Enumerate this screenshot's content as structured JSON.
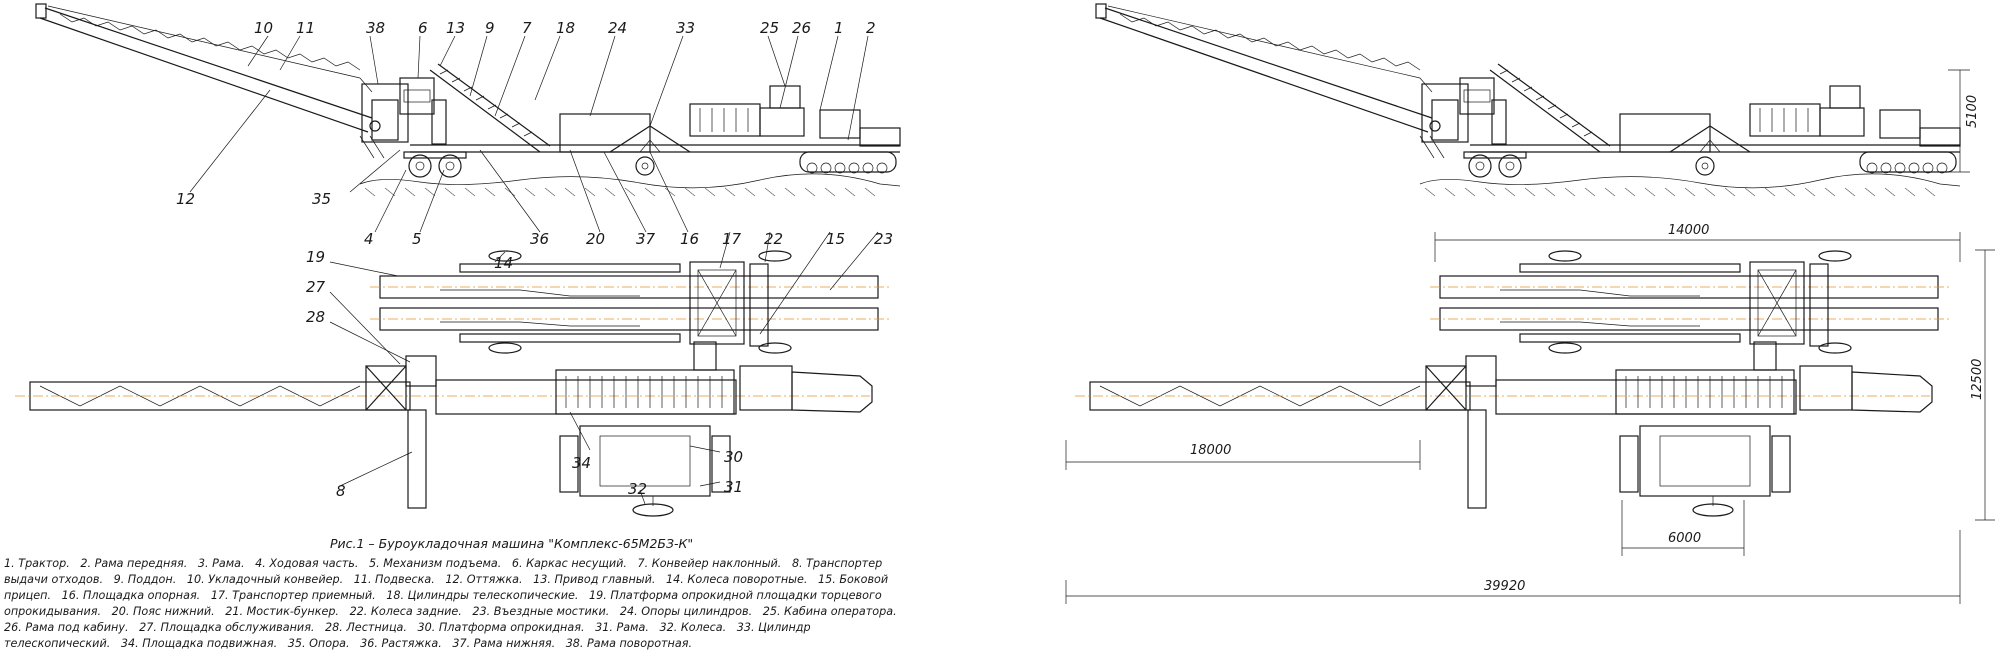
{
  "callouts": [
    "10",
    "11",
    "38",
    "6",
    "13",
    "9",
    "7",
    "18",
    "24",
    "33",
    "25",
    "26",
    "1",
    "2",
    "12",
    "35",
    "4",
    "5",
    "36",
    "14",
    "20",
    "37",
    "16",
    "17",
    "22",
    "15",
    "23",
    "19",
    "27",
    "28",
    "34",
    "30",
    "31",
    "32",
    "8"
  ],
  "dimensions": [
    "14000",
    "5100",
    "12500",
    "18000",
    "6000",
    "39920"
  ],
  "caption_title": "Рис.1 – Буроукладочная машина \"Комплекс-65М2БЗ-К\"",
  "legend": [
    "1. Трактор.",
    "2. Рама передняя.",
    "3. Рама.",
    "4. Ходовая часть.",
    "5. Механизм подъема.",
    "6. Каркас несущий.",
    "7. Конвейер наклонный.",
    "8. Транспортер выдачи отходов.",
    "9. Поддон.",
    "10. Укладочный конвейер.",
    "11. Подвеска.",
    "12. Оттяжка.",
    "13. Привод главный.",
    "14. Колеса поворотные.",
    "15. Боковой прицеп.",
    "16. Площадка опорная.",
    "17. Транспортер приемный.",
    "18. Цилиндры телескопические.",
    "19. Платформа опрокидной площадки торцевого опрокидывания.",
    "20. Пояс нижний.",
    "21. Мостик-бункер.",
    "22. Колеса задние.",
    "23. Въездные мостики.",
    "24. Опоры цилиндров.",
    "25. Кабина оператора.",
    "26. Рама под кабину.",
    "27. Площадка обслуживания.",
    "28. Лестница.",
    "30. Платформа опрокидная.",
    "31. Рама.",
    "32. Колеса.",
    "33. Цилиндр телескопический.",
    "34. Площадка подвижная.",
    "35. Опора.",
    "36. Растяжка.",
    "37. Рама нижняя.",
    "38. Рама поворотная."
  ]
}
